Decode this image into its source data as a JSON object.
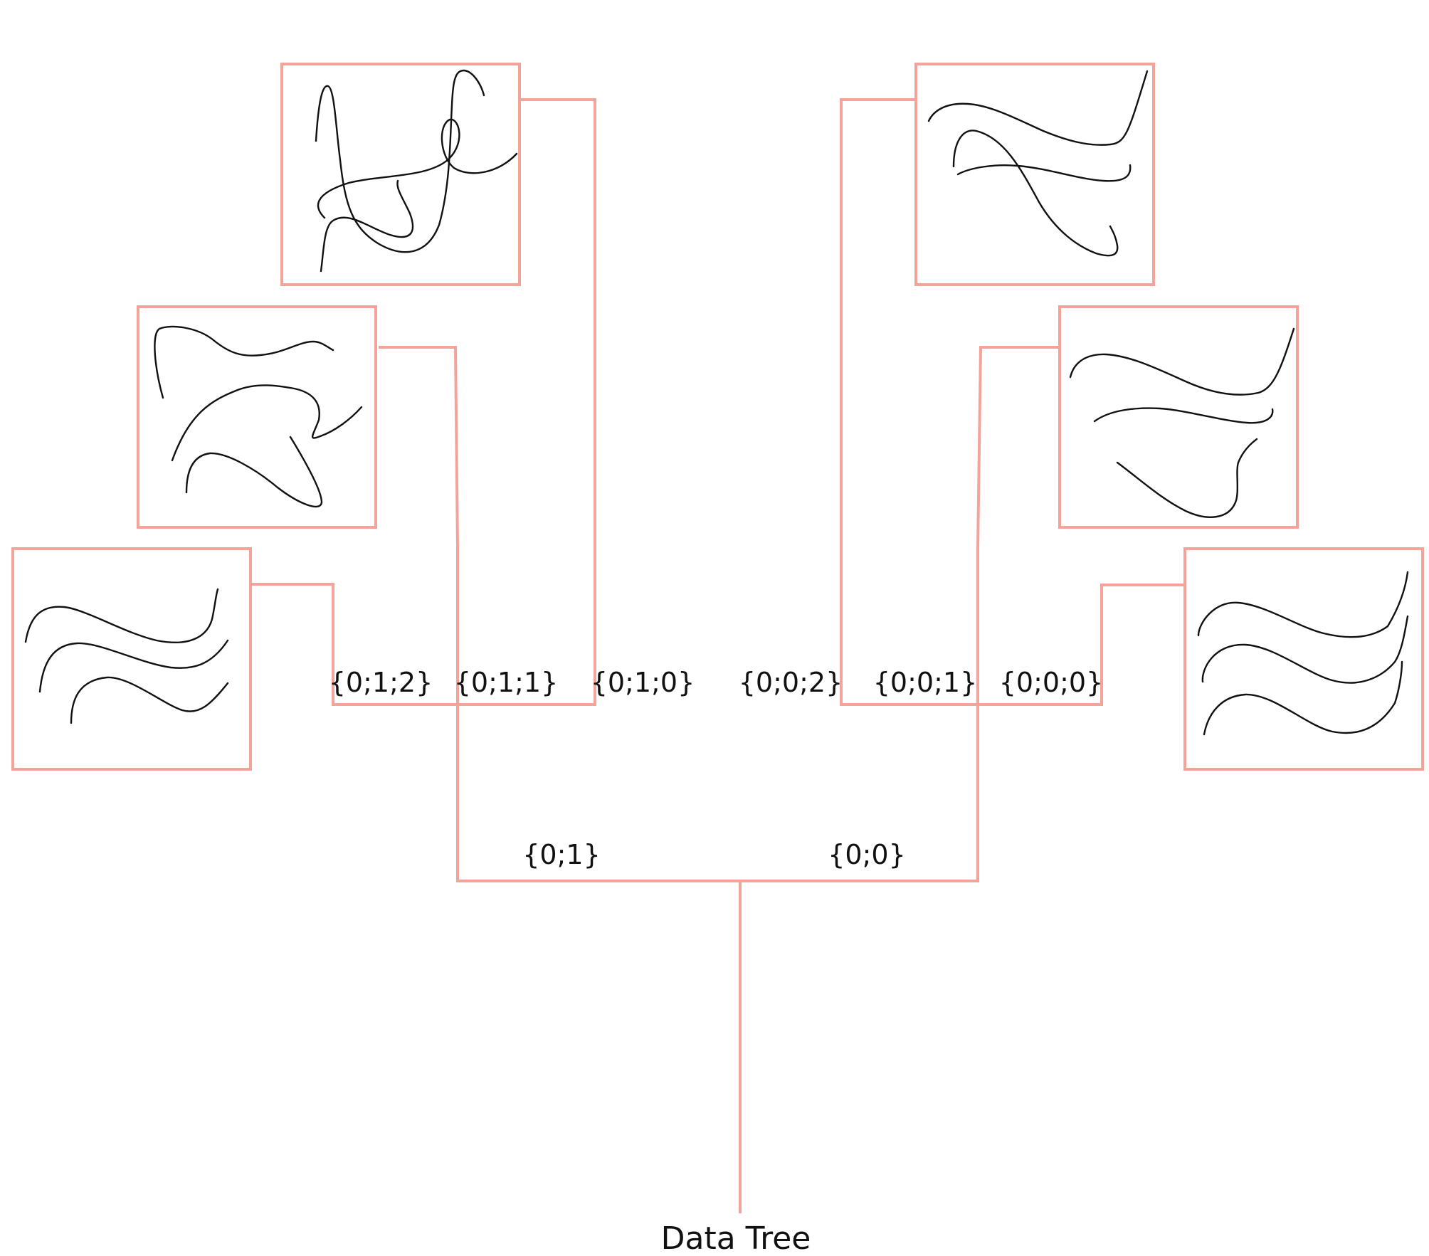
{
  "diagram": {
    "root_label": "Data Tree",
    "branches": [
      {
        "path": "{0;1}",
        "leaves": [
          "{0;1;2}",
          "{0;1;1}",
          "{0;1;0}"
        ]
      },
      {
        "path": "{0;0}",
        "leaves": [
          "{0;0;2}",
          "{0;0;1}",
          "{0;0;0}"
        ]
      }
    ],
    "colors": {
      "branch": "#f4a39a",
      "curve": "#111111",
      "text": "#111111"
    }
  }
}
